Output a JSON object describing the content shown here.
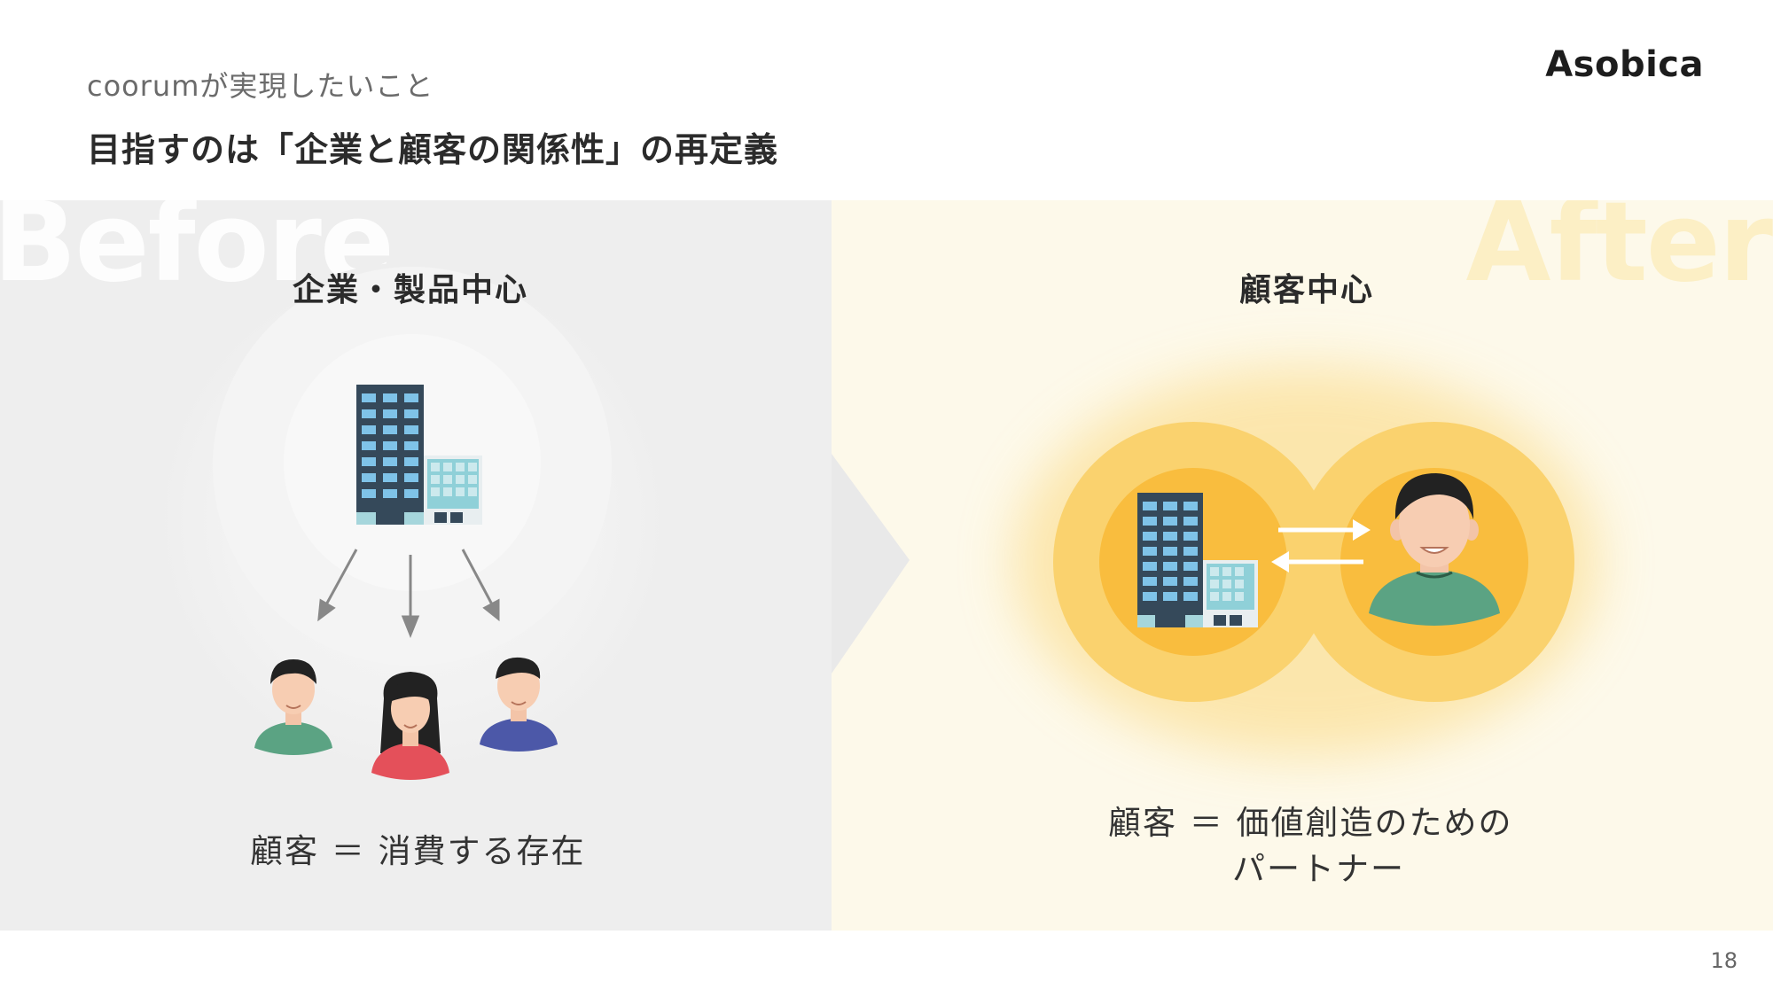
{
  "header": {
    "subtitle": "coorumが実現したいこと",
    "title": "目指すのは「企業と顧客の関係性」の再定義",
    "logo": "Asobica"
  },
  "before": {
    "watermark": "Before",
    "heading": "企業・製品中心",
    "caption": "顧客 ＝ 消費する存在",
    "icons": [
      "building-icon",
      "arrow-down-icon",
      "person-icon"
    ],
    "colors": {
      "background": "#eeeeee",
      "person_green": "#5ba383",
      "person_red": "#e4505a",
      "person_blue": "#4c58a8"
    }
  },
  "after": {
    "watermark": "After",
    "heading": "顧客中心",
    "caption_line1": "顧客 ＝ 価値創造のための",
    "caption_line2": "パートナー",
    "icons": [
      "building-icon",
      "exchange-arrows-icon",
      "person-icon"
    ],
    "colors": {
      "background": "#fdf9ea",
      "glow": "#fbc849"
    }
  },
  "footer": {
    "page_number": "18"
  }
}
